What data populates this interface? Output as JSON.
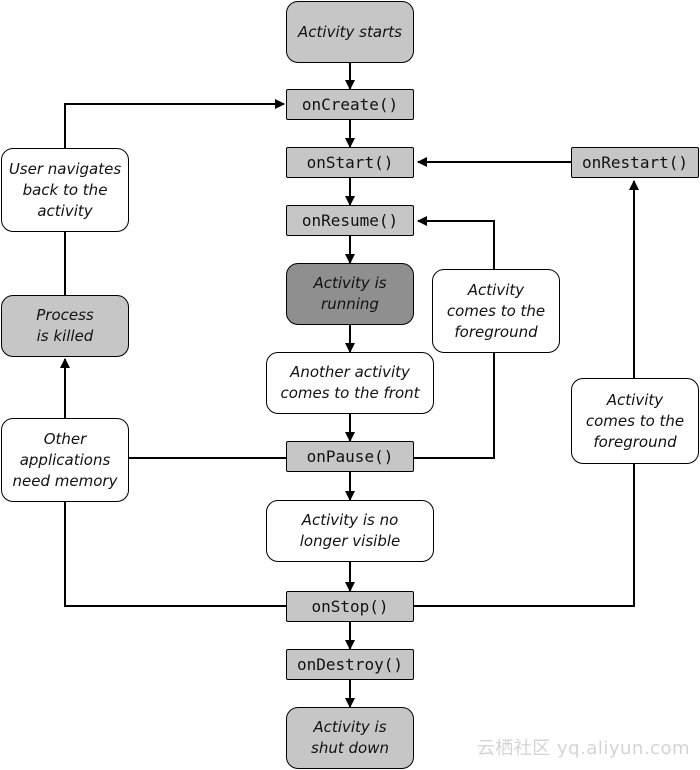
{
  "diagram": {
    "states": {
      "activity_starts": "Activity starts",
      "activity_running": "Activity is\nrunning",
      "process_killed": "Process\nis killed",
      "activity_shut_down": "Activity is\nshut down"
    },
    "methods": {
      "on_create": "onCreate()",
      "on_start": "onStart()",
      "on_resume": "onResume()",
      "on_pause": "onPause()",
      "on_stop": "onStop()",
      "on_destroy": "onDestroy()",
      "on_restart": "onRestart()"
    },
    "events": {
      "user_navigates_back": "User navigates\nback to the\nactivity",
      "another_activity_front": "Another activity\ncomes to the front",
      "comes_to_foreground_1": "Activity\ncomes to the\nforeground",
      "comes_to_foreground_2": "Activity\ncomes to the\nforeground",
      "other_apps_need_memory": "Other\napplications\nneed memory",
      "no_longer_visible": "Activity is no\nlonger visible"
    }
  },
  "watermark": "云栖社区 yq.aliyun.com"
}
